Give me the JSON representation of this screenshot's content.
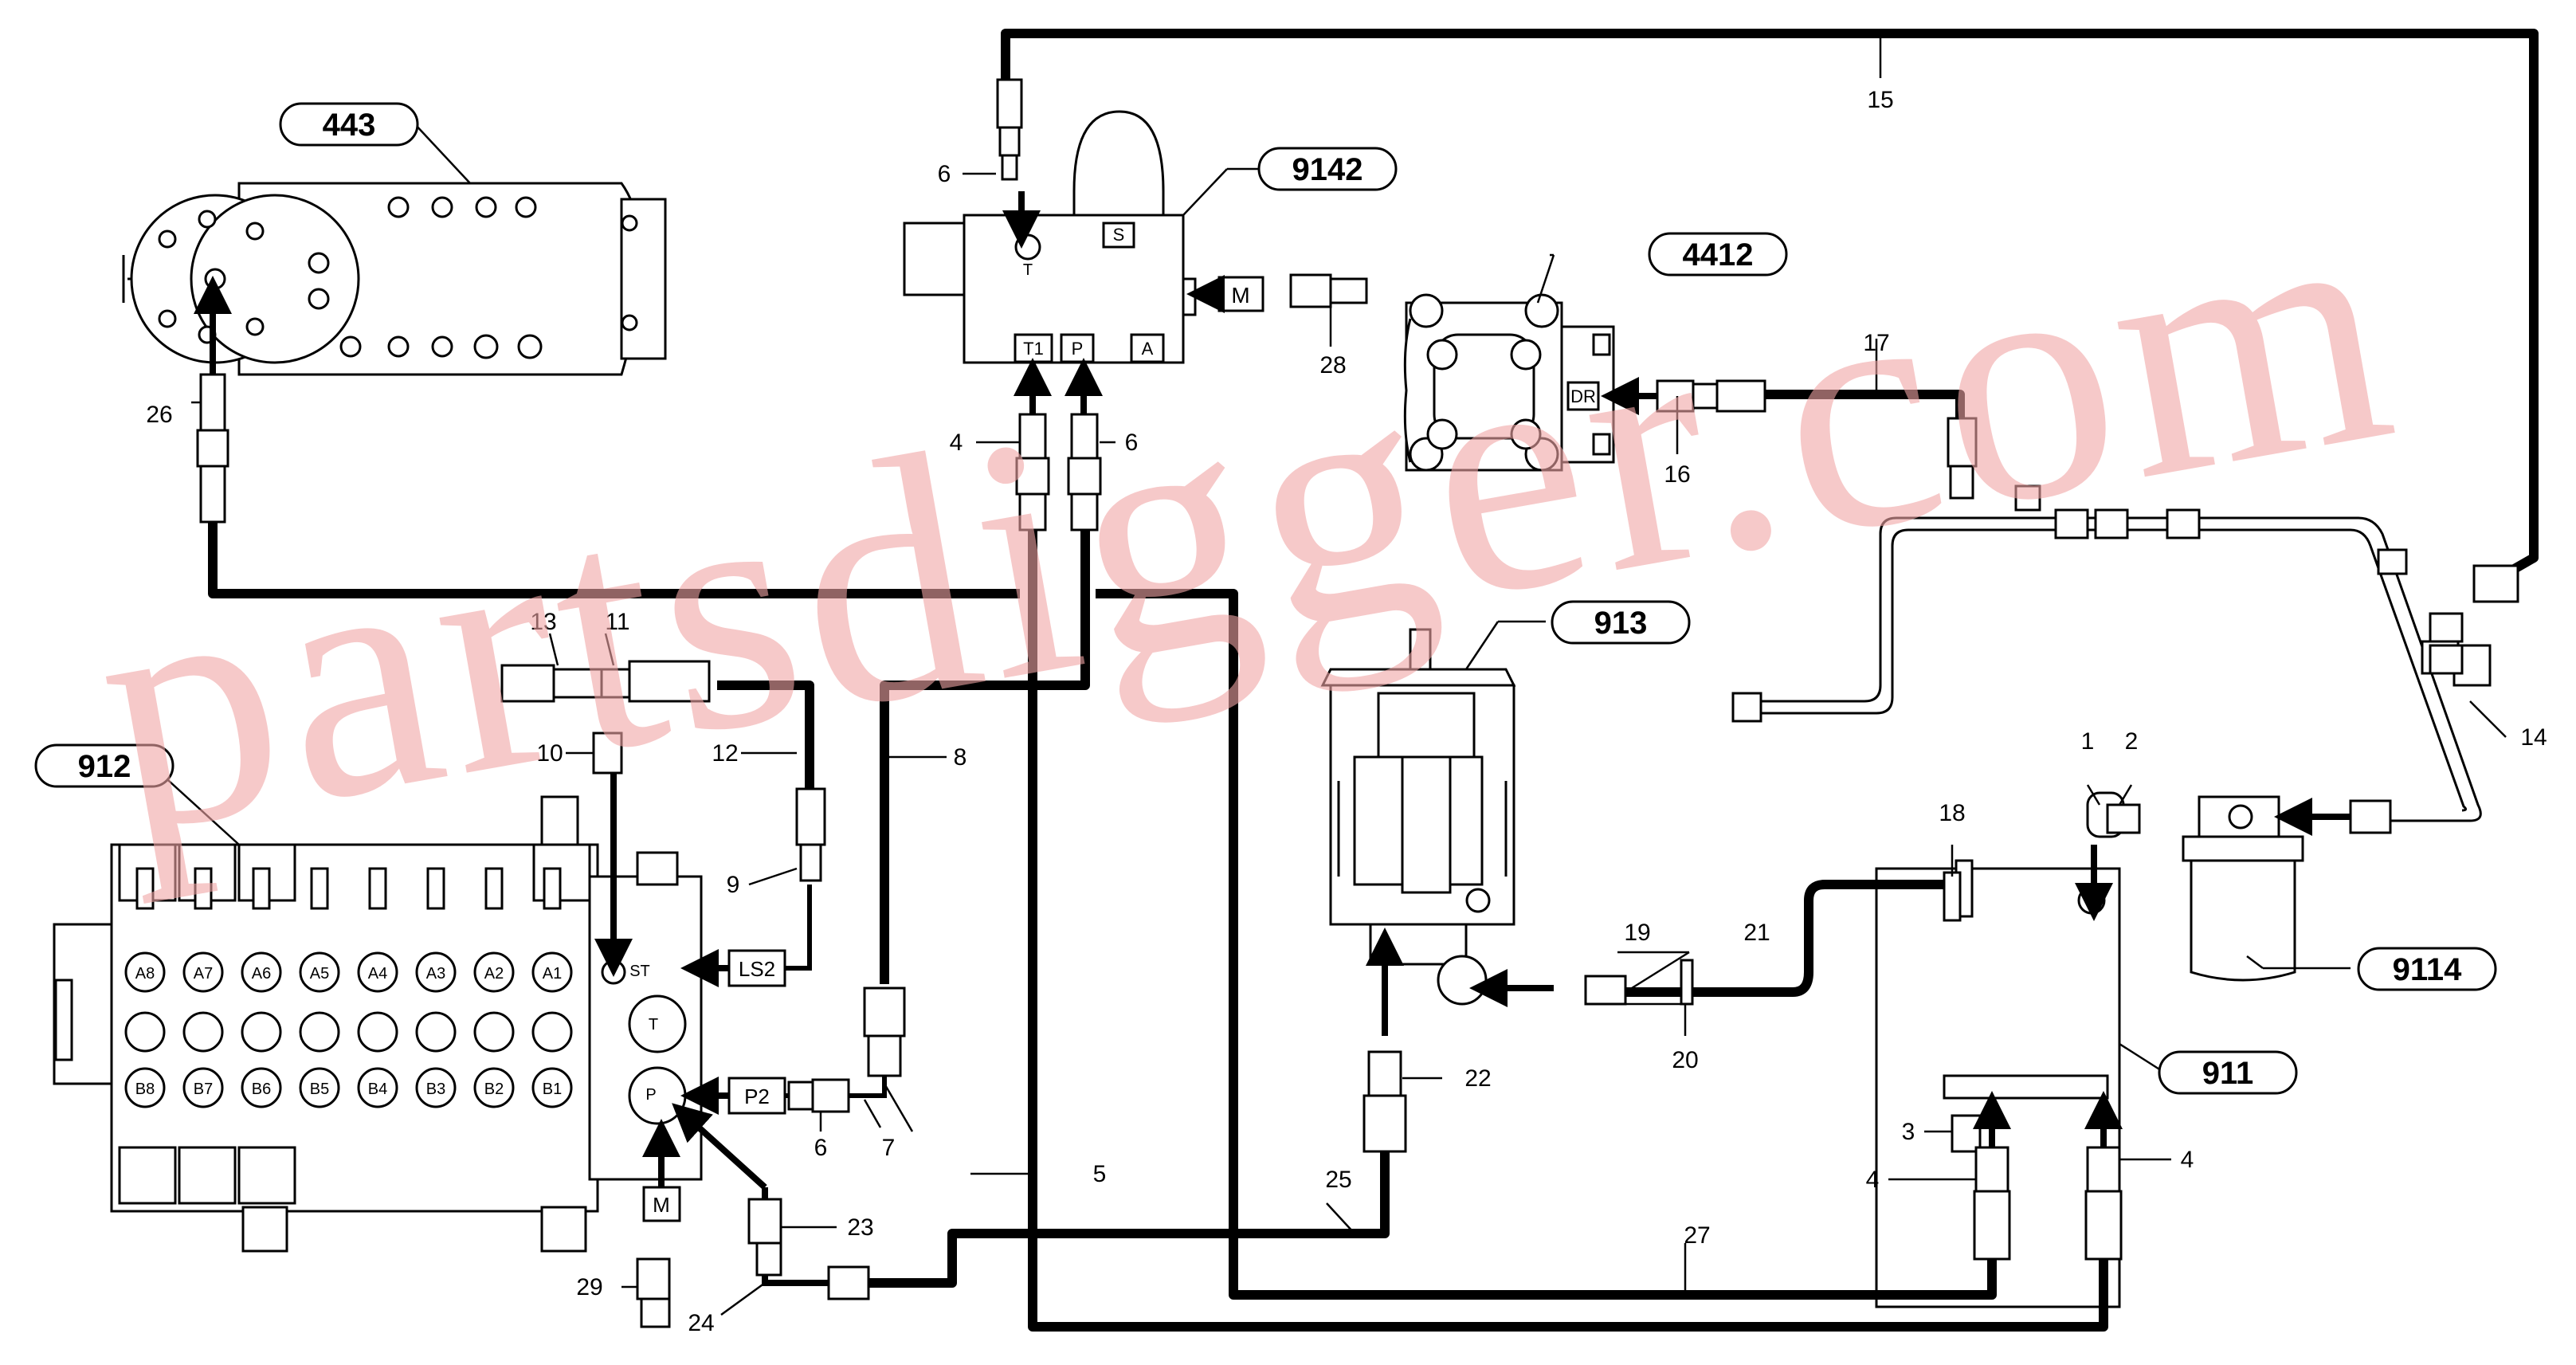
{
  "diagram": {
    "callouts": {
      "c443": "443",
      "c9142": "9142",
      "c4412": "4412",
      "c913": "913",
      "c912": "912",
      "c9114": "9114",
      "c911": "911"
    },
    "labels": {
      "l1": "1",
      "l2": "2",
      "l3": "3",
      "l4a": "4",
      "l4b": "4",
      "l4c": "4",
      "l5": "5",
      "l6a": "6",
      "l6b": "6",
      "l6c": "6",
      "l7": "7",
      "l8": "8",
      "l9": "9",
      "l10": "10",
      "l11": "11",
      "l12": "12",
      "l13": "13",
      "l14": "14",
      "l15": "15",
      "l16": "16",
      "l17": "17",
      "l18": "18",
      "l19": "19",
      "l20": "20",
      "l21": "21",
      "l22": "22",
      "l23": "23",
      "l24": "24",
      "l25": "25",
      "l26": "26",
      "l27": "27",
      "l28": "28",
      "l29": "29"
    },
    "ports": {
      "T": "T",
      "S": "S",
      "M1": "M",
      "T1": "T1",
      "P": "P",
      "A": "A",
      "DR": "DR",
      "LS2": "LS2",
      "P2": "P2",
      "M2": "M",
      "ST": "ST",
      "Tv": "T",
      "Pv": "P"
    },
    "valve_sections": {
      "top": [
        "A8",
        "A7",
        "A6",
        "A5",
        "A4",
        "A3",
        "A2",
        "A1"
      ],
      "bottom": [
        "B8",
        "B7",
        "B6",
        "B5",
        "B4",
        "B3",
        "B2",
        "B1"
      ]
    }
  },
  "watermark": "partsdigger.com"
}
